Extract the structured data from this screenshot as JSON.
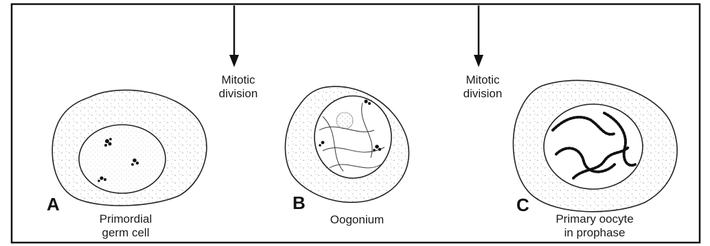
{
  "process_labels": {
    "first": [
      "Mitotic",
      "division"
    ],
    "second": [
      "Mitotic",
      "division"
    ]
  },
  "stages": [
    {
      "letter": "A",
      "caption": [
        "Primordial",
        "germ cell"
      ]
    },
    {
      "letter": "B",
      "caption": [
        "Oogonium"
      ]
    },
    {
      "letter": "C",
      "caption": [
        "Primary oocyte",
        "in prophase"
      ]
    }
  ]
}
